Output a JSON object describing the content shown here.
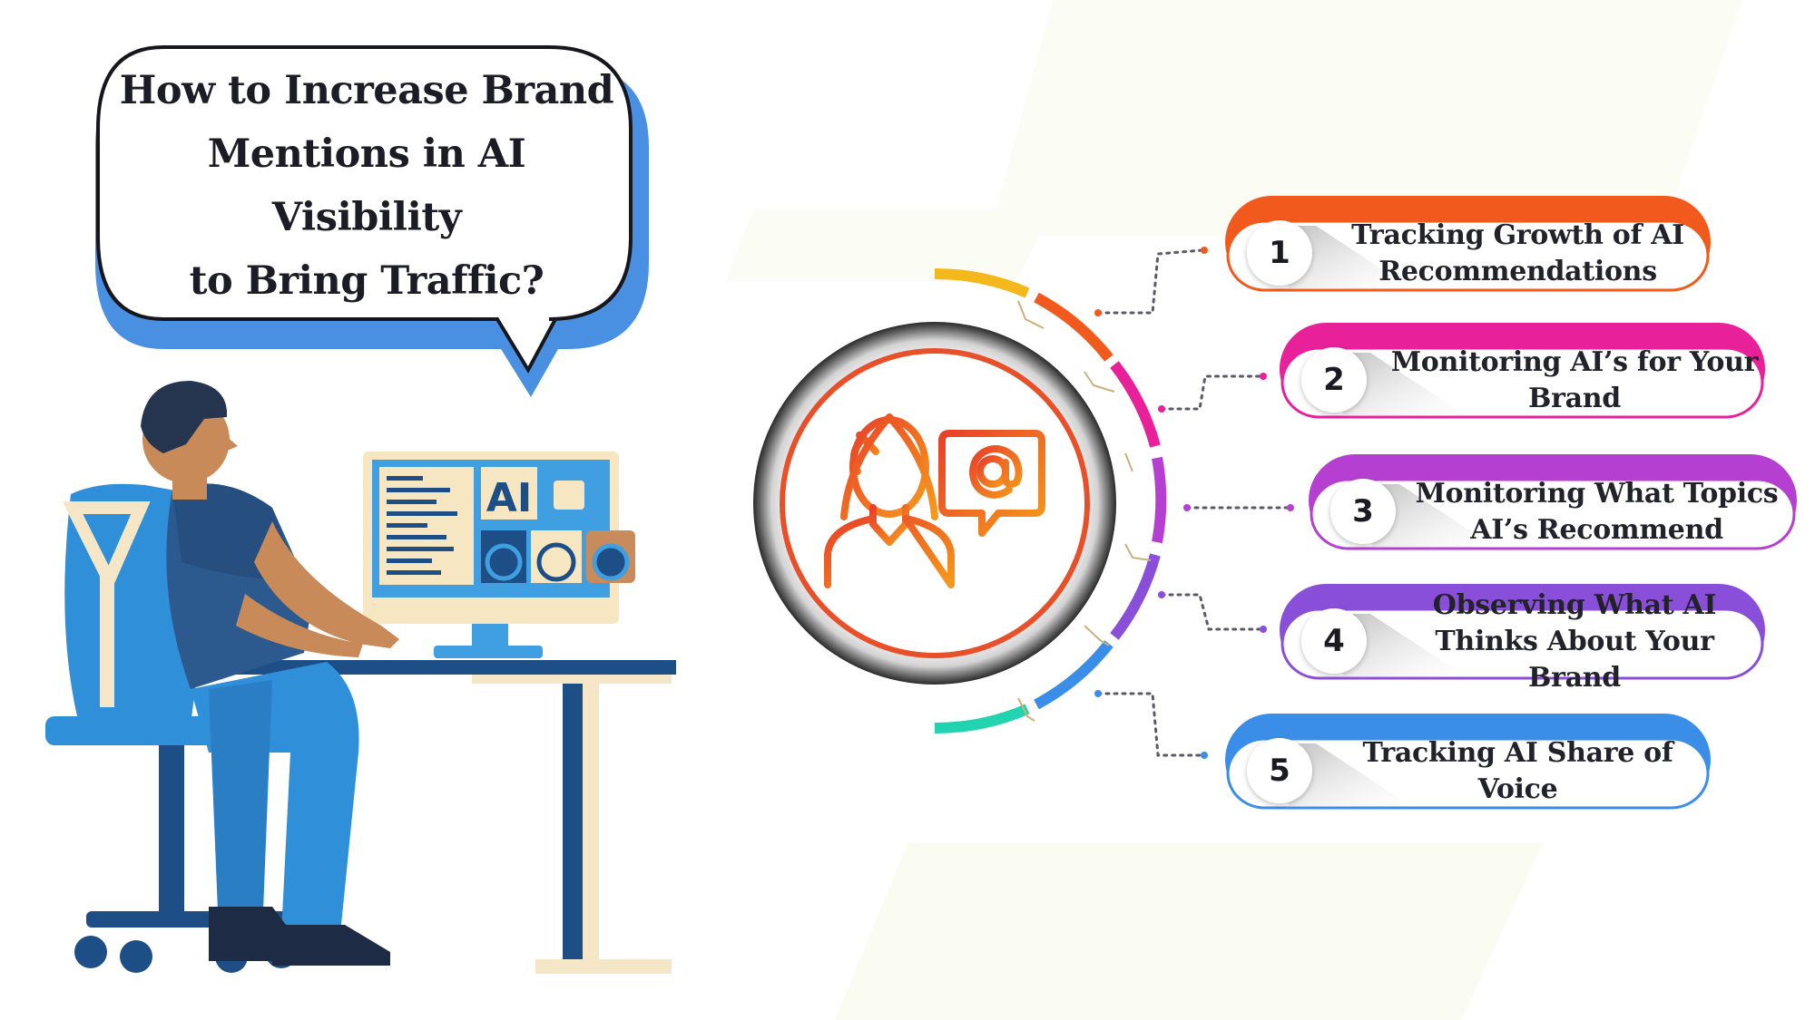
{
  "headline": {
    "lines": [
      "How to Increase Brand",
      "Mentions in AI Visibility",
      "to Bring Traffic?"
    ]
  },
  "illustration": {
    "monitor_text": "AI"
  },
  "hub": {
    "icon": "person-with-at-sign-speech-bubble-icon"
  },
  "steps": [
    {
      "number": "1",
      "label": "Tracking Growth of AI Recommendations",
      "color": "#f25a1d"
    },
    {
      "number": "2",
      "label": "Monitoring AI’s for Your Brand",
      "color": "#e8209a"
    },
    {
      "number": "3",
      "label": "Monitoring What Topics AI’s Recommend",
      "color": "#b53fd1"
    },
    {
      "number": "4",
      "label": "Observing What AI Thinks About Your Brand",
      "color": "#8a4fd9"
    },
    {
      "number": "5",
      "label": "Tracking AI Share of Voice",
      "color": "#3b8ee8"
    }
  ],
  "colors": {
    "bubble_shadow": "#4a90e2",
    "hub_ring": "#e8502a",
    "chair": "#2f8fd8",
    "desk": "#1d4f86"
  }
}
